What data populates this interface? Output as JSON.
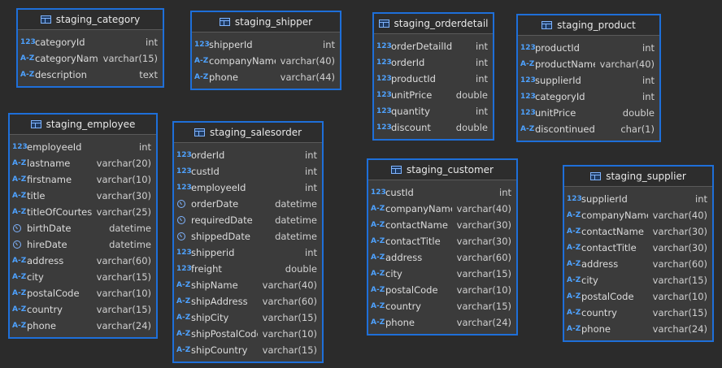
{
  "tables": [
    {
      "name": "staging_category",
      "columns": [
        {
          "icon": "123",
          "name": "categoryId",
          "type": "int"
        },
        {
          "icon": "A-Z",
          "name": "categoryName",
          "type": "varchar(15)"
        },
        {
          "icon": "A-Z",
          "name": "description",
          "type": "text"
        }
      ]
    },
    {
      "name": "staging_shipper",
      "columns": [
        {
          "icon": "123",
          "name": "shipperId",
          "type": "int"
        },
        {
          "icon": "A-Z",
          "name": "companyName",
          "type": "varchar(40)"
        },
        {
          "icon": "A-Z",
          "name": "phone",
          "type": "varchar(44)"
        }
      ]
    },
    {
      "name": "staging_orderdetail",
      "columns": [
        {
          "icon": "123",
          "name": "orderDetailId",
          "type": "int"
        },
        {
          "icon": "123",
          "name": "orderId",
          "type": "int"
        },
        {
          "icon": "123",
          "name": "productId",
          "type": "int"
        },
        {
          "icon": "123",
          "name": "unitPrice",
          "type": "double"
        },
        {
          "icon": "123",
          "name": "quantity",
          "type": "int"
        },
        {
          "icon": "123",
          "name": "discount",
          "type": "double"
        }
      ]
    },
    {
      "name": "staging_product",
      "columns": [
        {
          "icon": "123",
          "name": "productId",
          "type": "int"
        },
        {
          "icon": "A-Z",
          "name": "productName",
          "type": "varchar(40)"
        },
        {
          "icon": "123",
          "name": "supplierId",
          "type": "int"
        },
        {
          "icon": "123",
          "name": "categoryId",
          "type": "int"
        },
        {
          "icon": "123",
          "name": "unitPrice",
          "type": "double"
        },
        {
          "icon": "A-Z",
          "name": "discontinued",
          "type": "char(1)"
        }
      ]
    },
    {
      "name": "staging_employee",
      "columns": [
        {
          "icon": "123",
          "name": "employeeId",
          "type": "int"
        },
        {
          "icon": "A-Z",
          "name": "lastname",
          "type": "varchar(20)"
        },
        {
          "icon": "A-Z",
          "name": "firstname",
          "type": "varchar(10)"
        },
        {
          "icon": "A-Z",
          "name": "title",
          "type": "varchar(30)"
        },
        {
          "icon": "A-Z",
          "name": "titleOfCourtesy",
          "type": "varchar(25)"
        },
        {
          "icon": "clock",
          "name": "birthDate",
          "type": "datetime"
        },
        {
          "icon": "clock",
          "name": "hireDate",
          "type": "datetime"
        },
        {
          "icon": "A-Z",
          "name": "address",
          "type": "varchar(60)"
        },
        {
          "icon": "A-Z",
          "name": "city",
          "type": "varchar(15)"
        },
        {
          "icon": "A-Z",
          "name": "postalCode",
          "type": "varchar(10)"
        },
        {
          "icon": "A-Z",
          "name": "country",
          "type": "varchar(15)"
        },
        {
          "icon": "A-Z",
          "name": "phone",
          "type": "varchar(24)"
        }
      ]
    },
    {
      "name": "staging_salesorder",
      "columns": [
        {
          "icon": "123",
          "name": "orderId",
          "type": "int"
        },
        {
          "icon": "123",
          "name": "custId",
          "type": "int"
        },
        {
          "icon": "123",
          "name": "employeeId",
          "type": "int"
        },
        {
          "icon": "clock",
          "name": "orderDate",
          "type": "datetime"
        },
        {
          "icon": "clock",
          "name": "requiredDate",
          "type": "datetime"
        },
        {
          "icon": "clock",
          "name": "shippedDate",
          "type": "datetime"
        },
        {
          "icon": "123",
          "name": "shipperid",
          "type": "int"
        },
        {
          "icon": "123",
          "name": "freight",
          "type": "double"
        },
        {
          "icon": "A-Z",
          "name": "shipName",
          "type": "varchar(40)"
        },
        {
          "icon": "A-Z",
          "name": "shipAddress",
          "type": "varchar(60)"
        },
        {
          "icon": "A-Z",
          "name": "shipCity",
          "type": "varchar(15)"
        },
        {
          "icon": "A-Z",
          "name": "shipPostalCode",
          "type": "varchar(10)"
        },
        {
          "icon": "A-Z",
          "name": "shipCountry",
          "type": "varchar(15)"
        }
      ]
    },
    {
      "name": "staging_customer",
      "columns": [
        {
          "icon": "123",
          "name": "custId",
          "type": "int"
        },
        {
          "icon": "A-Z",
          "name": "companyName",
          "type": "varchar(40)"
        },
        {
          "icon": "A-Z",
          "name": "contactName",
          "type": "varchar(30)"
        },
        {
          "icon": "A-Z",
          "name": "contactTitle",
          "type": "varchar(30)"
        },
        {
          "icon": "A-Z",
          "name": "address",
          "type": "varchar(60)"
        },
        {
          "icon": "A-Z",
          "name": "city",
          "type": "varchar(15)"
        },
        {
          "icon": "A-Z",
          "name": "postalCode",
          "type": "varchar(10)"
        },
        {
          "icon": "A-Z",
          "name": "country",
          "type": "varchar(15)"
        },
        {
          "icon": "A-Z",
          "name": "phone",
          "type": "varchar(24)"
        }
      ]
    },
    {
      "name": "staging_supplier",
      "columns": [
        {
          "icon": "123",
          "name": "supplierId",
          "type": "int"
        },
        {
          "icon": "A-Z",
          "name": "companyName",
          "type": "varchar(40)"
        },
        {
          "icon": "A-Z",
          "name": "contactName",
          "type": "varchar(30)"
        },
        {
          "icon": "A-Z",
          "name": "contactTitle",
          "type": "varchar(30)"
        },
        {
          "icon": "A-Z",
          "name": "address",
          "type": "varchar(60)"
        },
        {
          "icon": "A-Z",
          "name": "city",
          "type": "varchar(15)"
        },
        {
          "icon": "A-Z",
          "name": "postalCode",
          "type": "varchar(10)"
        },
        {
          "icon": "A-Z",
          "name": "country",
          "type": "varchar(15)"
        },
        {
          "icon": "A-Z",
          "name": "phone",
          "type": "varchar(24)"
        }
      ]
    }
  ],
  "colors": {
    "background": "#2b2b2b",
    "table_border": "#1e6fd9",
    "table_fill": "#3b3b3b",
    "icon_accent": "#4ea2ff"
  }
}
